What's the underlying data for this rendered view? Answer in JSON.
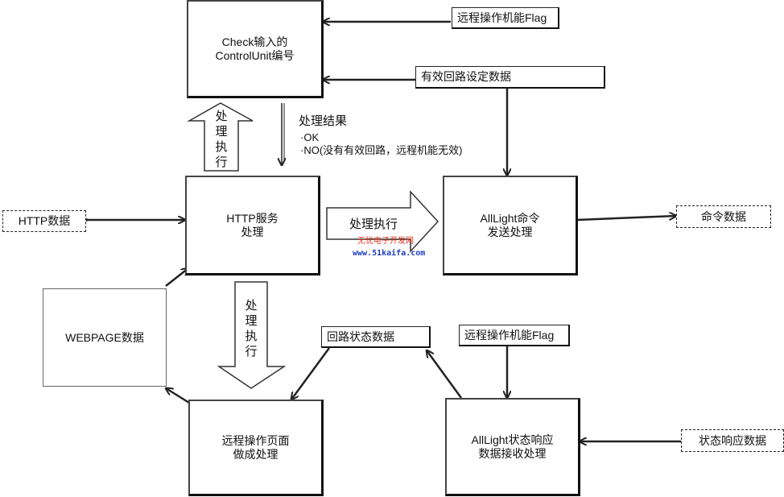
{
  "nodes": {
    "check": {
      "line1": "Check输入的",
      "line2": "ControlUnit编号"
    },
    "http_service": {
      "line1": "HTTP服务",
      "line2": "处理"
    },
    "alllight_cmd": {
      "line1": "AllLight命令",
      "line2": "发送处理"
    },
    "remote_page": {
      "line1": "远程操作页面",
      "line2": "做成处理"
    },
    "alllight_status": {
      "line1": "AllLight状态响应",
      "line2": "数据接收处理"
    },
    "webpage_data": "WEBPAGE数据"
  },
  "labels": {
    "remote_flag_top": "远程操作机能Flag",
    "valid_loop_data": "有效回路设定数据",
    "http_data": "HTTP数据",
    "command_data": "命令数据",
    "loop_status_data": "回路状态数据",
    "remote_flag_bottom": "远程操作机能Flag",
    "status_response_data": "状态响应数据"
  },
  "block_arrows": {
    "up_execute": [
      "处",
      "理",
      "执",
      "行"
    ],
    "down_execute": [
      "处",
      "理",
      "执",
      "行"
    ],
    "right_execute": "处理执行"
  },
  "result": {
    "title": "处理结果",
    "ok": "·OK",
    "no": "·NO(没有有效回路，远程机能无效)"
  },
  "watermark": {
    "cn": "无忧电子开发网",
    "url": "www.51kaifa.com"
  }
}
